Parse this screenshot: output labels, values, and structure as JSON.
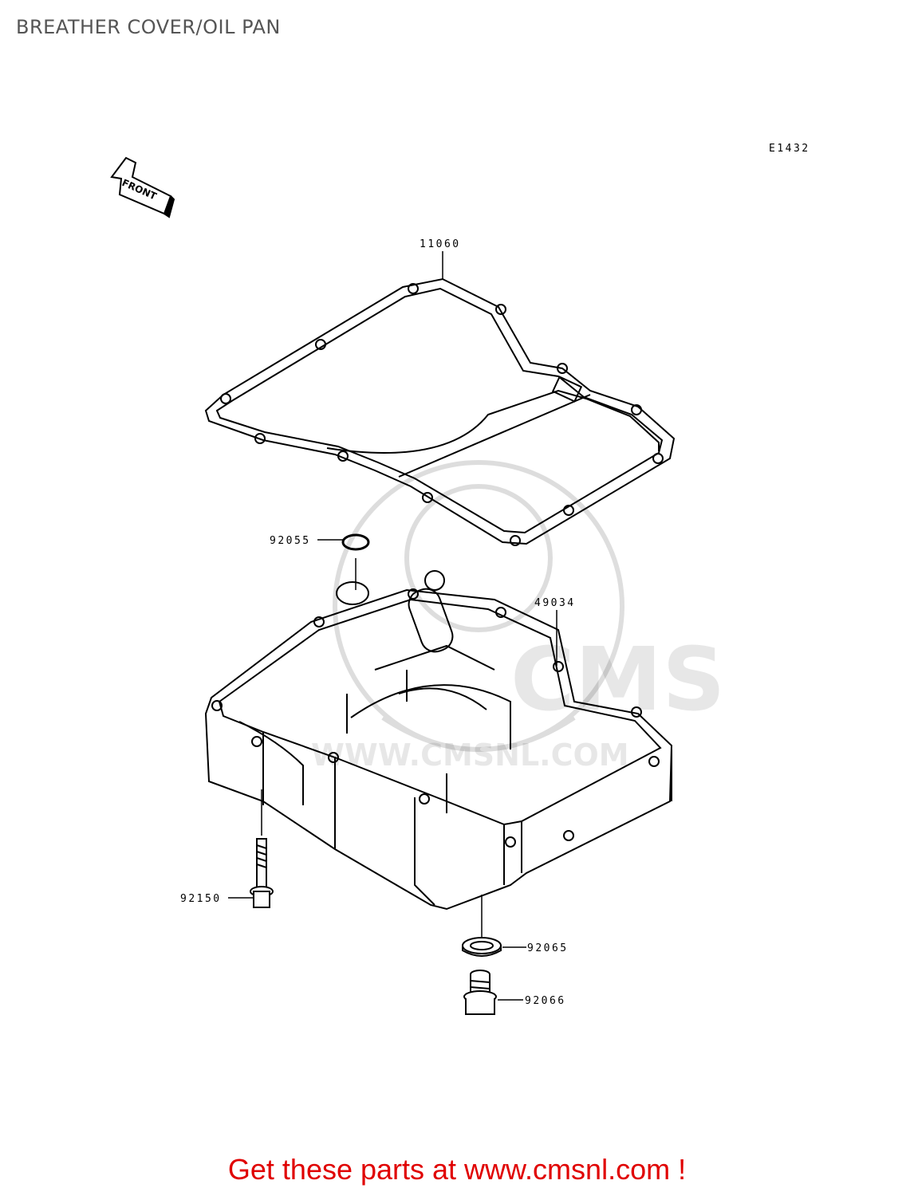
{
  "page": {
    "title": "BREATHER COVER/OIL PAN",
    "diagram_code": "E1432",
    "front_label": "FRONT"
  },
  "parts": [
    {
      "number": "11060"
    },
    {
      "number": "92055"
    },
    {
      "number": "49034"
    },
    {
      "number": "92150"
    },
    {
      "number": "92065"
    },
    {
      "number": "92066"
    }
  ],
  "watermark": {
    "text": "WWW.CMSNL.COM",
    "logo": "CMS"
  },
  "footer": {
    "text": "Get these parts at www.cmsnl.com !",
    "color": "#e00000"
  },
  "colors": {
    "title": "#555555",
    "line": "#000000",
    "watermark": "#dddddd"
  }
}
